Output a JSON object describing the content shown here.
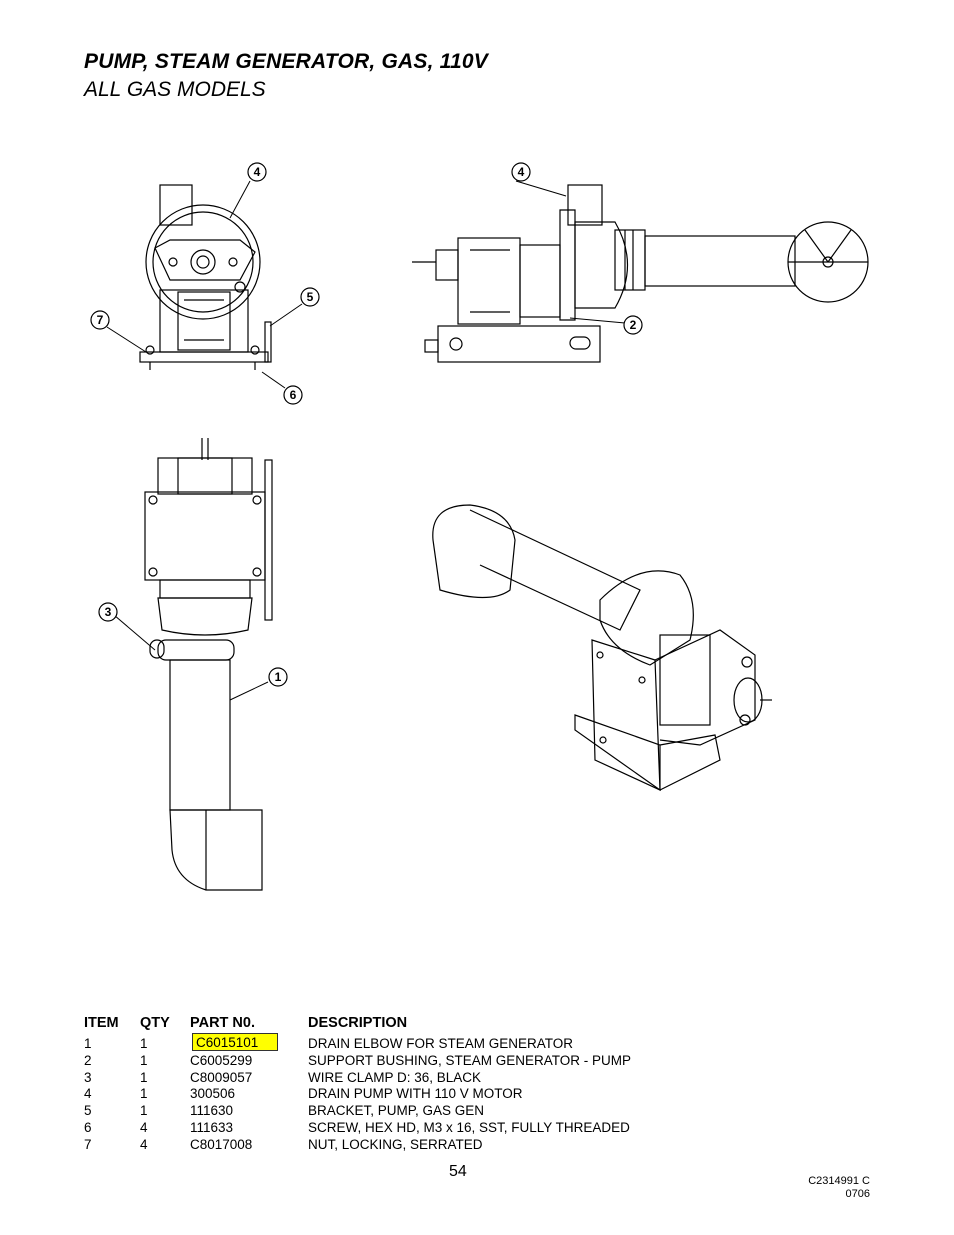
{
  "title": "PUMP, STEAM GENERATOR, GAS, 110V",
  "subtitle": "ALL GAS MODELS",
  "callouts": [
    "4",
    "4",
    "5",
    "7",
    "2",
    "6",
    "3",
    "1"
  ],
  "parts_table": {
    "headers": {
      "item": "ITEM",
      "qty": "QTY",
      "part": "PART N0.",
      "description": "DESCRIPTION"
    },
    "rows": [
      {
        "item": "1",
        "qty": "1",
        "part": "C6015101",
        "description": "DRAIN ELBOW FOR STEAM GENERATOR",
        "highlighted": true
      },
      {
        "item": "2",
        "qty": "1",
        "part": "C6005299",
        "description": "SUPPORT BUSHING, STEAM GENERATOR - PUMP"
      },
      {
        "item": "3",
        "qty": "1",
        "part": "C8009057",
        "description": "WIRE CLAMP D: 36, BLACK"
      },
      {
        "item": "4",
        "qty": "1",
        "part": "300506",
        "description": "DRAIN PUMP WITH 110 V MOTOR"
      },
      {
        "item": "5",
        "qty": "1",
        "part": "111630",
        "description": "BRACKET, PUMP, GAS GEN"
      },
      {
        "item": "6",
        "qty": "4",
        "part": "111633",
        "description": "SCREW, HEX HD, M3 x 16, SST, FULLY THREADED"
      },
      {
        "item": "7",
        "qty": "4",
        "part": "C8017008",
        "description": "NUT, LOCKING, SERRATED"
      }
    ]
  },
  "page_number": "54",
  "doc_number": "C2314991 C",
  "doc_date": "0706",
  "colors": {
    "highlight": "#ffff00",
    "line": "#000000"
  }
}
